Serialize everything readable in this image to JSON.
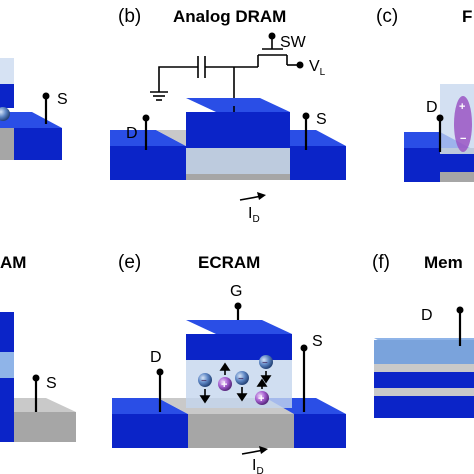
{
  "colors": {
    "blue_top": "#2a4ee6",
    "blue_front": "#0b24c8",
    "blue_side": "#0a1f95",
    "gray_top": "#c9c9c9",
    "gray_front": "#a6a6a6",
    "channel_face": "rgba(196,214,238,0.65)",
    "light_blue": "#8fb4e8",
    "ion_blue": "#4f78b8",
    "ion_purple": "#9a55c4"
  },
  "panels": {
    "a": {
      "terminal_s": "S"
    },
    "b": {
      "letter": "(b)",
      "title": "Analog DRAM",
      "terminal_sw": "SW",
      "terminal_vl": "V",
      "terminal_vl_sub": "L",
      "terminal_d": "D",
      "terminal_s": "S",
      "current": "I",
      "current_sub": "D"
    },
    "c": {
      "letter": "(c)",
      "title_fragment": "F",
      "terminal_d": "D"
    },
    "d": {
      "title_fragment": "AM",
      "terminal_s": "S"
    },
    "e": {
      "letter": "(e)",
      "title": "ECRAM",
      "terminal_g": "G",
      "terminal_d": "D",
      "terminal_s": "S",
      "current": "I",
      "current_sub": "D"
    },
    "f": {
      "letter": "(f)",
      "title_fragment": "Mem",
      "terminal_d": "D"
    }
  }
}
